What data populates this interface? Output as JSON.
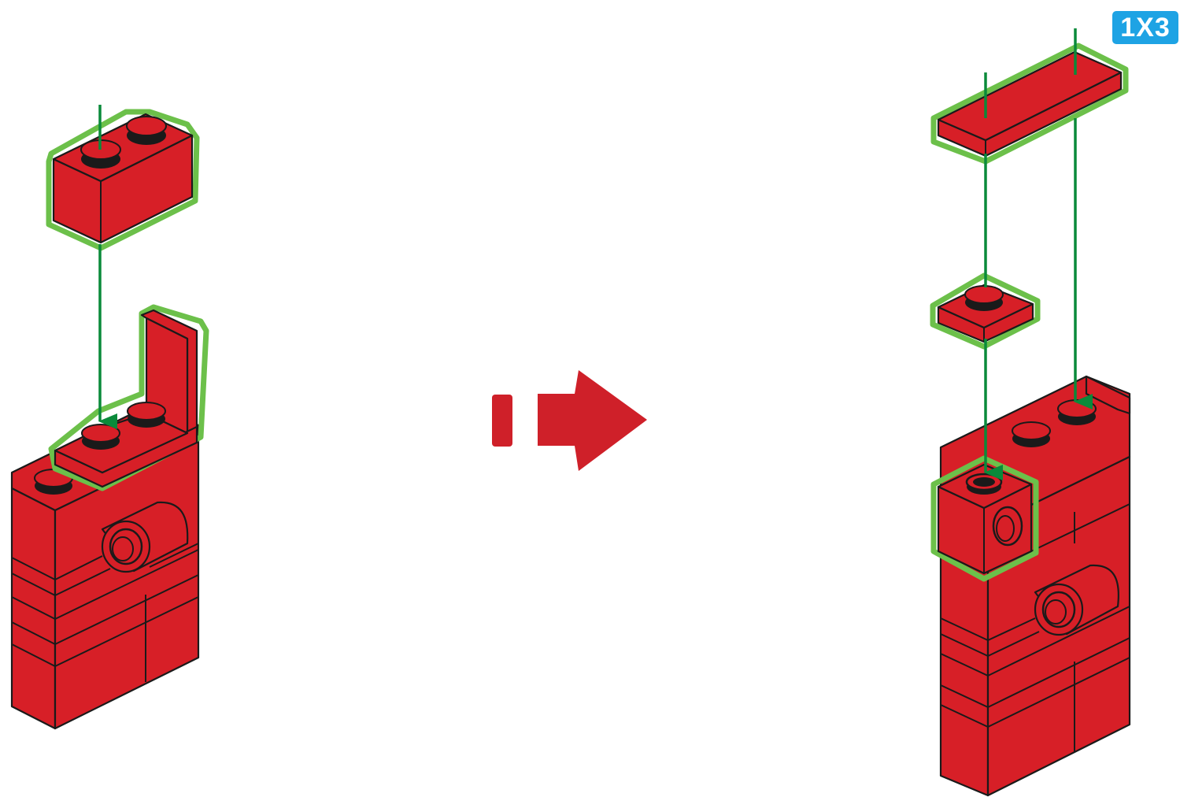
{
  "step": {
    "quantity_badge": "1X3",
    "left_panel": {
      "parts": [
        "brick-1x2",
        "bracket-1x2-1x2-up"
      ],
      "base": "assembly-base"
    },
    "arrow": "next-step-arrow",
    "right_panel": {
      "parts": [
        "tile-1x3",
        "plate-1x1",
        "brick-1x1-with-hole"
      ],
      "base": "assembly-base"
    }
  },
  "colors": {
    "brick": "#d71f27",
    "outline": "#1a1a1a",
    "highlight": "#6cc04a",
    "guide_arrow": "#0a8a3a",
    "step_arrow": "#cf2029",
    "badge": "#1ea3e4"
  }
}
